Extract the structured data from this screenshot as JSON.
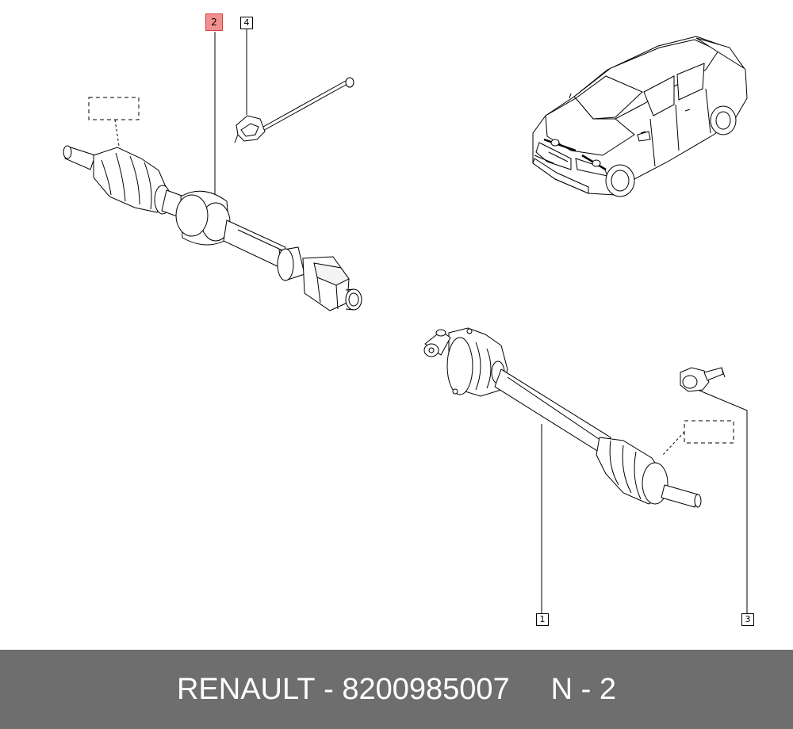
{
  "callouts": {
    "c1": "1",
    "c2": "2",
    "c3": "3",
    "c4": "4"
  },
  "footer": {
    "brand": "RENAULT",
    "separator": " - ",
    "part_number": "8200985007",
    "position_label": "N - 2"
  },
  "colors": {
    "footer_bg": "#6e6e6e",
    "highlight": "#f28f8f",
    "line": "#000000"
  }
}
